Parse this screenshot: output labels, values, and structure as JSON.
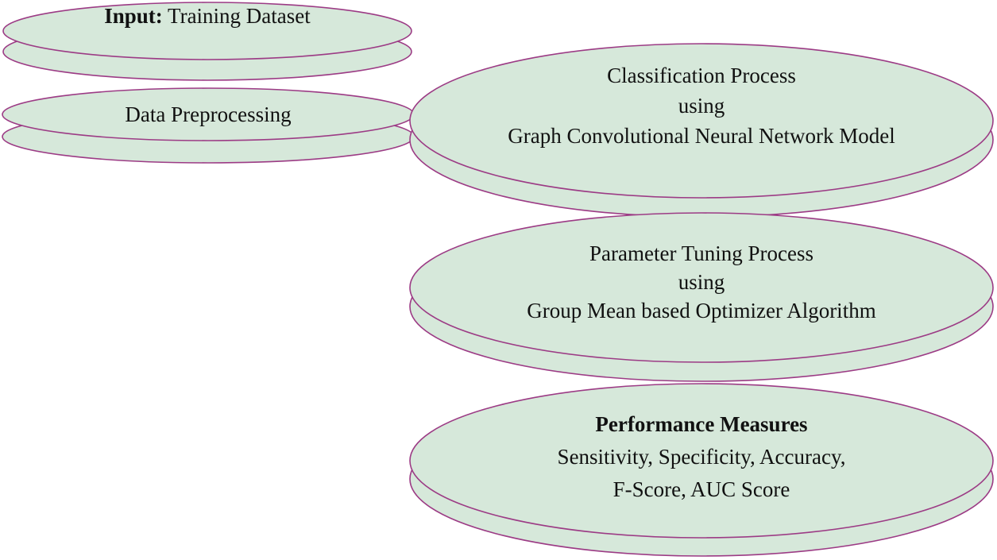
{
  "diagram": {
    "title": "GCNN classification workflow diagram",
    "colors": {
      "background": "#ffffff",
      "node_fill": "#d6e8da",
      "node_stroke": "#9c3b85",
      "text": "#111111"
    },
    "nodes": {
      "input": {
        "label_bold": "Input:",
        "label_rest": "Training Dataset"
      },
      "preprocessing": {
        "label": "Data Preprocessing"
      },
      "classification": {
        "lines": [
          "Classification Process",
          "using",
          "Graph Convolutional Neural Network Model"
        ]
      },
      "tuning": {
        "lines": [
          "Parameter Tuning Process",
          "using",
          "Group Mean based Optimizer Algorithm"
        ]
      },
      "performance": {
        "title": "Performance Measures",
        "lines": [
          "Sensitivity, Specificity, Accuracy,",
          "F-Score, AUC Score"
        ]
      }
    }
  }
}
